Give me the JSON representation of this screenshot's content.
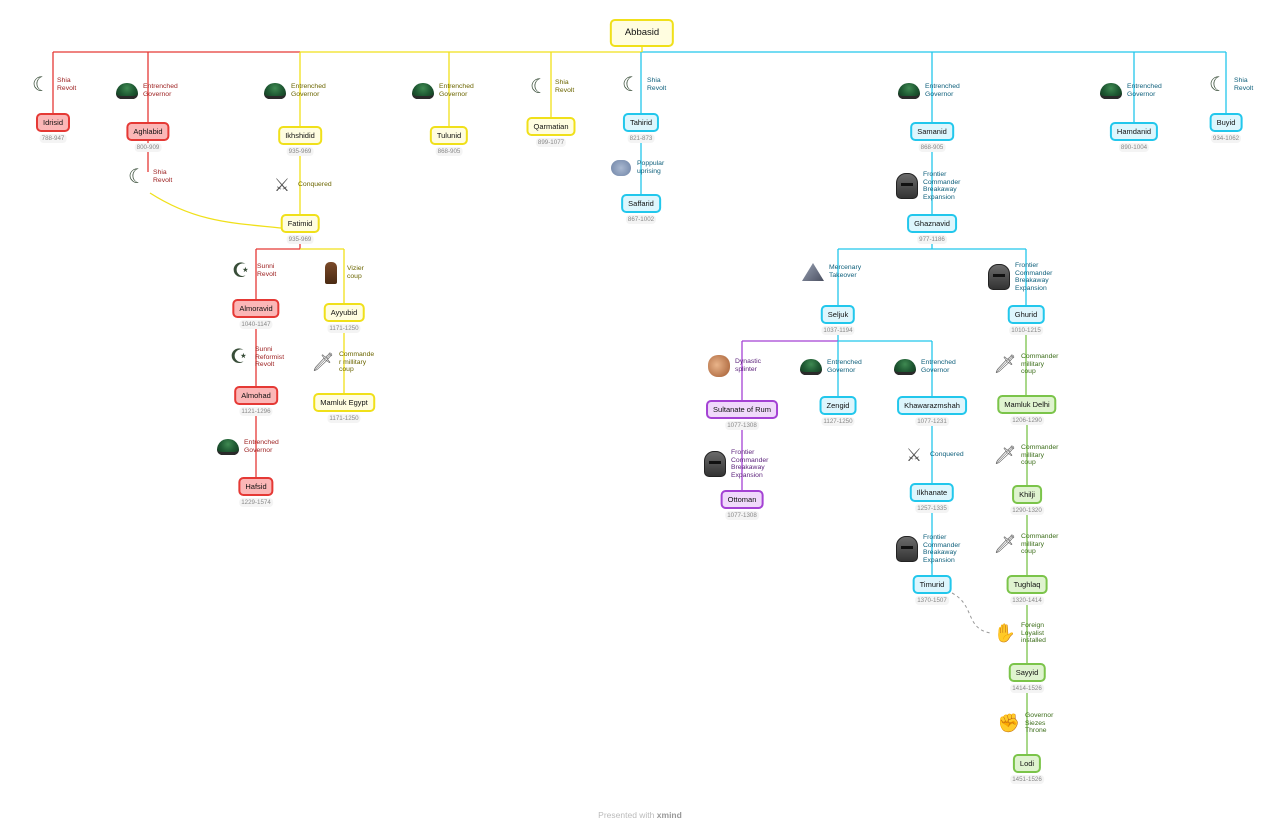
{
  "root": {
    "label": "Abbasid"
  },
  "nodes": [
    {
      "id": "idrisid",
      "label": "Idrisid",
      "dates": "788-947",
      "color": "red"
    },
    {
      "id": "aghlabid",
      "label": "Aghlabid",
      "dates": "800-909",
      "color": "red"
    },
    {
      "id": "ikhshidid",
      "label": "Ikhshidid",
      "dates": "935-969",
      "color": "yellow"
    },
    {
      "id": "tulunid",
      "label": "Tulunid",
      "dates": "868-905",
      "color": "yellow"
    },
    {
      "id": "qarmatian",
      "label": "Qarmatian",
      "dates": "899-1077",
      "color": "yellow"
    },
    {
      "id": "tahirid",
      "label": "Tahirid",
      "dates": "821-873",
      "color": "cyan"
    },
    {
      "id": "saffarid",
      "label": "Saffarid",
      "dates": "867-1002",
      "color": "cyan"
    },
    {
      "id": "samanid",
      "label": "Samanid",
      "dates": "868-905",
      "color": "cyan"
    },
    {
      "id": "hamdanid",
      "label": "Hamdanid",
      "dates": "890-1004",
      "color": "cyan"
    },
    {
      "id": "buyid",
      "label": "Buyid",
      "dates": "934-1062",
      "color": "cyan"
    },
    {
      "id": "fatimid",
      "label": "Fatimid",
      "dates": "935-969",
      "color": "yellow"
    },
    {
      "id": "ghaznavid",
      "label": "Ghaznavid",
      "dates": "977-1186",
      "color": "cyan"
    },
    {
      "id": "almoravid",
      "label": "Almoravid",
      "dates": "1040-1147",
      "color": "red"
    },
    {
      "id": "ayyubid",
      "label": "Ayyubid",
      "dates": "1171-1250",
      "color": "yellow"
    },
    {
      "id": "almohad",
      "label": "Almohad",
      "dates": "1121-1296",
      "color": "red"
    },
    {
      "id": "mamluk_egypt",
      "label": "Mamluk Egypt",
      "dates": "1171-1250",
      "color": "yellow"
    },
    {
      "id": "hafsid",
      "label": "Hafsid",
      "dates": "1229-1574",
      "color": "red"
    },
    {
      "id": "seljuk",
      "label": "Seljuk",
      "dates": "1037-1194",
      "color": "cyan"
    },
    {
      "id": "ghurid",
      "label": "Ghurid",
      "dates": "1010-1215",
      "color": "cyan"
    },
    {
      "id": "rum",
      "label": "Sultanate of Rum",
      "dates": "1077-1308",
      "color": "purple"
    },
    {
      "id": "zengid",
      "label": "Zengid",
      "dates": "1127-1250",
      "color": "cyan"
    },
    {
      "id": "khawarazmshah",
      "label": "Khawarazmshah",
      "dates": "1077-1231",
      "color": "cyan"
    },
    {
      "id": "mamluk_delhi",
      "label": "Mamluk Delhi",
      "dates": "1206-1290",
      "color": "green"
    },
    {
      "id": "ottoman",
      "label": "Ottoman",
      "dates": "1077-1308",
      "color": "purple"
    },
    {
      "id": "ilkhanate",
      "label": "Ilkhanate",
      "dates": "1257-1335",
      "color": "cyan"
    },
    {
      "id": "khilji",
      "label": "Khilji",
      "dates": "1290-1320",
      "color": "green"
    },
    {
      "id": "timurid",
      "label": "Timurid",
      "dates": "1370-1507",
      "color": "cyan"
    },
    {
      "id": "tughlaq",
      "label": "Tughlaq",
      "dates": "1320-1414",
      "color": "green"
    },
    {
      "id": "sayyid",
      "label": "Sayyid",
      "dates": "1414-1526",
      "color": "green"
    },
    {
      "id": "lodi",
      "label": "Lodi",
      "dates": "1451-1526",
      "color": "green"
    }
  ],
  "events": [
    {
      "id": "e_idrisid",
      "label": "Shia\nRevolt",
      "icon": "crescent-icon",
      "color": "red"
    },
    {
      "id": "e_aghlabid",
      "label": "Entrenched\nGovernor",
      "icon": "turban-icon",
      "color": "red"
    },
    {
      "id": "e_aghlabid_shia",
      "label": "Shia\nRevolt",
      "icon": "crescent-icon",
      "color": "red"
    },
    {
      "id": "e_ikhshidid",
      "label": "Entrenched\nGovernor",
      "icon": "turban-icon",
      "color": "yellow"
    },
    {
      "id": "e_conquered1",
      "label": "Conquered",
      "icon": "crossed-swords-icon",
      "color": "yellow"
    },
    {
      "id": "e_tulunid",
      "label": "Entrenched\nGovernor",
      "icon": "turban-icon",
      "color": "yellow"
    },
    {
      "id": "e_qarmatian",
      "label": "Shia\nRevolt",
      "icon": "crescent-icon",
      "color": "yellow"
    },
    {
      "id": "e_tahirid",
      "label": "Shia\nRevolt",
      "icon": "crescent-icon",
      "color": "cyan"
    },
    {
      "id": "e_saffarid",
      "label": "Poppular\nuprising",
      "icon": "crowd-icon",
      "color": "cyan"
    },
    {
      "id": "e_samanid",
      "label": "Entrenched\nGovernor",
      "icon": "turban-icon",
      "color": "cyan"
    },
    {
      "id": "e_ghaznavid",
      "label": "Frontier\nCommander\nBreakaway\nExpansion",
      "icon": "helmet-icon",
      "color": "cyan"
    },
    {
      "id": "e_hamdanid",
      "label": "Entrenched\nGovernor",
      "icon": "turban-icon",
      "color": "cyan"
    },
    {
      "id": "e_buyid",
      "label": "Shia\nRevolt",
      "icon": "crescent-icon",
      "color": "cyan"
    },
    {
      "id": "e_almoravid",
      "label": "Sunni\nRevolt",
      "icon": "crescent-star-icon",
      "color": "red"
    },
    {
      "id": "e_ayyubid",
      "label": "Vizier\ncoup",
      "icon": "throne-icon",
      "color": "yellow"
    },
    {
      "id": "e_almohad",
      "label": "Sunni\nReformist\nRevolt",
      "icon": "crescent-star-icon",
      "color": "red"
    },
    {
      "id": "e_mamluk_egypt",
      "label": "Commande\nr millitary\ncoup",
      "icon": "sword-icon",
      "color": "yellow"
    },
    {
      "id": "e_hafsid",
      "label": "Entrenched\nGovernor",
      "icon": "turban-icon",
      "color": "red"
    },
    {
      "id": "e_seljuk",
      "label": "Mercenary\nTakeover",
      "icon": "tent-icon",
      "color": "cyan"
    },
    {
      "id": "e_ghurid",
      "label": "Frontier\nCommander\nBreakaway\nExpansion",
      "icon": "helmet-icon",
      "color": "cyan"
    },
    {
      "id": "e_rum",
      "label": "Dynastic\nsplinter",
      "icon": "organ-icon",
      "color": "purple"
    },
    {
      "id": "e_zengid",
      "label": "Entrenched\nGovernor",
      "icon": "turban-icon",
      "color": "cyan"
    },
    {
      "id": "e_khawarazmshah",
      "label": "Entrenched\nGovernor",
      "icon": "turban-icon",
      "color": "cyan"
    },
    {
      "id": "e_mamluk_delhi",
      "label": "Commander\nmillitary\ncoup",
      "icon": "sword-icon",
      "color": "green"
    },
    {
      "id": "e_ottoman",
      "label": "Frontier\nCommander\nBreakaway\nExpansion",
      "icon": "helmet-icon",
      "color": "purple"
    },
    {
      "id": "e_conquered2",
      "label": "Conquered",
      "icon": "crossed-swords-icon",
      "color": "cyan"
    },
    {
      "id": "e_khilji",
      "label": "Commander\nmillitary\ncoup",
      "icon": "sword-icon",
      "color": "green"
    },
    {
      "id": "e_timurid",
      "label": "Frontier\nCommander\nBreakaway\nExpansion",
      "icon": "helmet-icon",
      "color": "cyan"
    },
    {
      "id": "e_tughlaq",
      "label": "Commander\nmillitary\ncoup",
      "icon": "sword-icon",
      "color": "green"
    },
    {
      "id": "e_sayyid",
      "label": "Foreign\nLoyalist\ninstalled",
      "icon": "hand-icon",
      "color": "green"
    },
    {
      "id": "e_lodi",
      "label": "Governor\nSiezes\nThrone",
      "icon": "glove-icon",
      "color": "green"
    }
  ],
  "colors": {
    "red": "#e53935",
    "yellow": "#f0e01a",
    "cyan": "#22c7ec",
    "purple": "#a442d4",
    "green": "#7bc44a"
  },
  "footer": {
    "presented": "Presented with",
    "brand": "xmind"
  }
}
